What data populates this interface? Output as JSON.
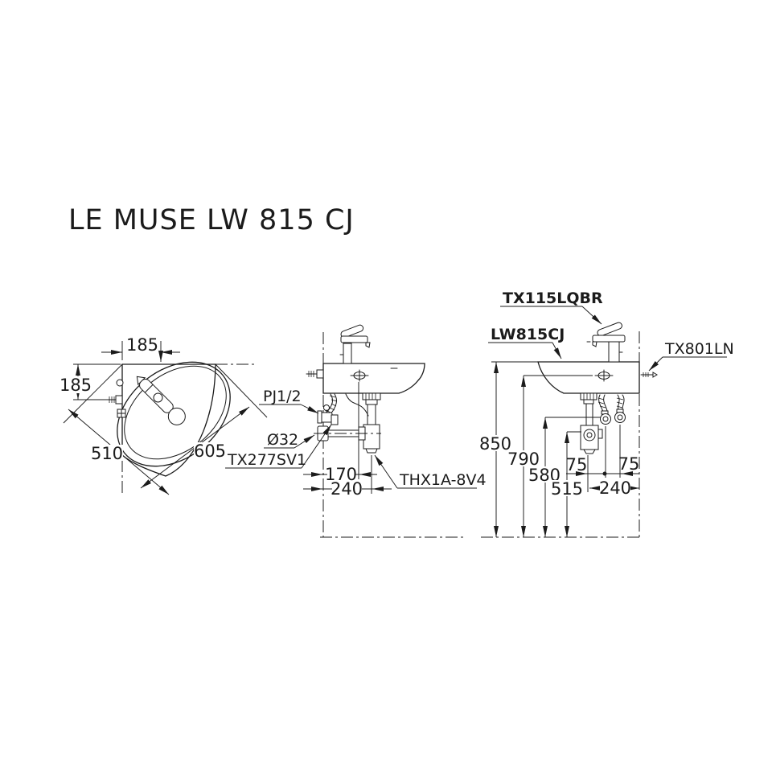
{
  "title": "LE MUSE LW 815 CJ",
  "plan_view": {
    "dim_top": "185",
    "dim_left": "185",
    "dim_front_left": "510",
    "dim_front_right": "605"
  },
  "side_view": {
    "label_supply": "PJ1/2",
    "label_drain_dia": "Ø32",
    "label_valve": "TX277SV1",
    "label_trap": "THX1A-8V4",
    "dim_overflow": "170",
    "dim_drain": "240"
  },
  "front_view": {
    "label_faucet": "TX115LQBR",
    "label_basin": "LW815CJ",
    "label_hanger": "TX801LN",
    "dim_rim": "850",
    "dim_overflow": "790",
    "dim_supply": "580",
    "dim_trap": "515",
    "dim_spacing_left": "75",
    "dim_spacing_right": "75",
    "dim_drain_wall": "240"
  },
  "colors": {
    "line": "#1b1b1b",
    "background": "#ffffff"
  }
}
